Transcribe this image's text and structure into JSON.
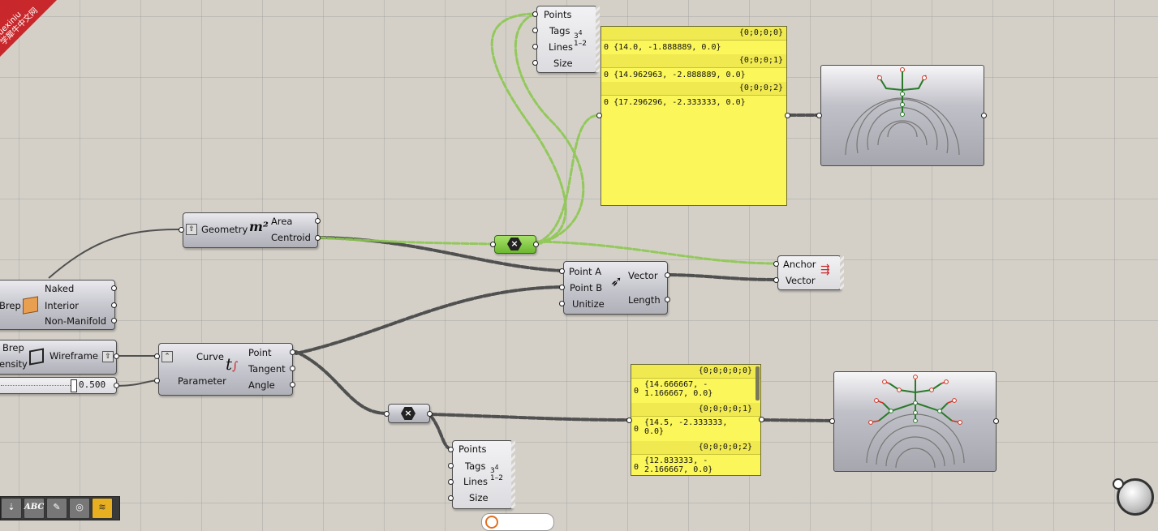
{
  "watermark": {
    "line1": "xuexiniu",
    "line2": "学犀牛中文网"
  },
  "area_component": {
    "inputs": [
      "Geometry"
    ],
    "icon": "m²",
    "outputs": [
      "Area",
      "Centroid"
    ]
  },
  "brep_edges": {
    "input": "Brep",
    "outputs": [
      "Naked",
      "Interior",
      "Non-Manifold"
    ]
  },
  "wireframe": {
    "inputs": [
      "Brep",
      "ensity"
    ],
    "output": "Wireframe"
  },
  "slider": {
    "value": "0.500"
  },
  "evaluate_curve": {
    "inputs": [
      "Curve",
      "Parameter"
    ],
    "outputs": [
      "Point",
      "Tangent",
      "Angle"
    ]
  },
  "vector_2pt": {
    "inputs": [
      "Point A",
      "Point B",
      "Unitize"
    ],
    "outputs": [
      "Vector",
      "Length"
    ]
  },
  "anchor_vector": {
    "inputs": [
      "Anchor",
      "Vector"
    ]
  },
  "point_list_top": {
    "inputs": [
      "Points",
      "Tags",
      "Lines",
      "Size"
    ]
  },
  "point_list_bottom": {
    "inputs": [
      "Points",
      "Tags",
      "Lines",
      "Size"
    ]
  },
  "panel_top": {
    "entries": [
      {
        "path": "{0;0;0;0}",
        "index": "0",
        "value": "{14.0, -1.888889, 0.0}"
      },
      {
        "path": "{0;0;0;1}",
        "index": "0",
        "value": "{14.962963, -2.888889, 0.0}"
      },
      {
        "path": "{0;0;0;2}",
        "index": "0",
        "value": "{17.296296, -2.333333, 0.0}"
      }
    ]
  },
  "panel_bottom": {
    "entries": [
      {
        "path": "{0;0;0;0;0}",
        "index": "0",
        "value_line1": "{14.666667, -",
        "value_line2": "1.166667, 0.0}"
      },
      {
        "path": "{0;0;0;0;1}",
        "index": "0",
        "value_line1": "{14.5, -2.333333,",
        "value_line2": "0.0}"
      },
      {
        "path": "{0;0;0;0;2}",
        "index": "0",
        "value_line1": "{12.833333, -",
        "value_line2": "2.166667, 0.0}"
      }
    ]
  },
  "toolbar": {
    "tools": [
      "cursor",
      "ABC",
      "pen",
      "spiral",
      "sketch"
    ]
  },
  "colors": {
    "canvas": "#d4d0c8",
    "panel": "#fbf65a",
    "selected_wire": "#8cc850",
    "wire": "#505050",
    "preview_red": "#d03020",
    "preview_green": "#2a7a2a",
    "accent_watermark": "#c8282b"
  }
}
